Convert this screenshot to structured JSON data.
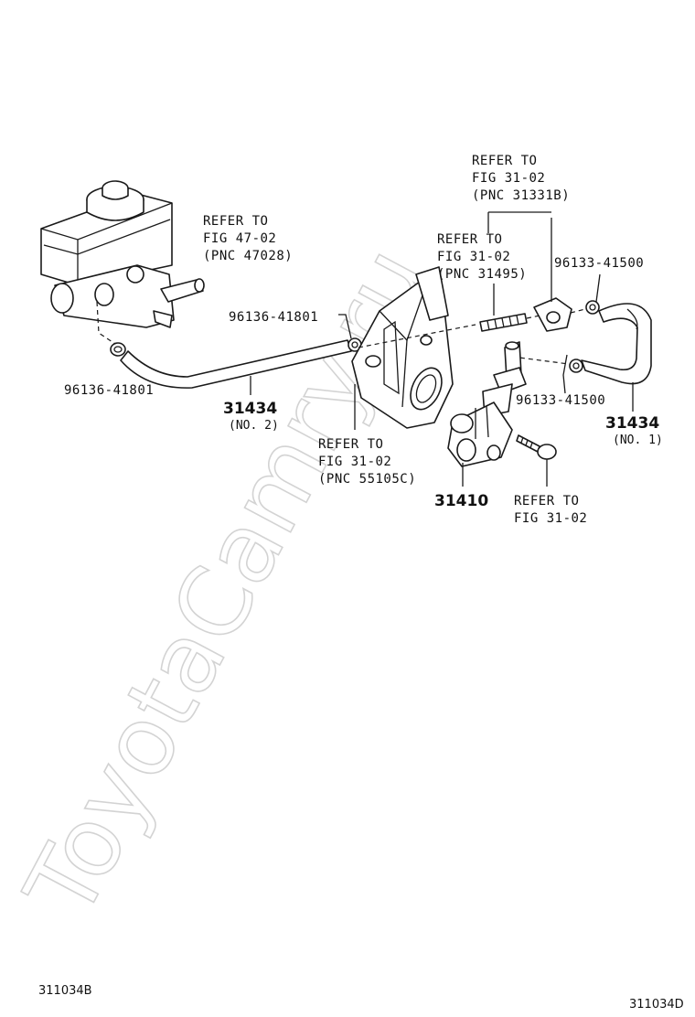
{
  "watermark": "ToyotaCamry.ru",
  "callouts": {
    "reservoir_ref": [
      "REFER TO",
      "FIG 47-02",
      "(PNC 47028)"
    ],
    "top_ref": [
      "REFER TO",
      "FIG 31-02",
      "(PNC 31331B)"
    ],
    "mid_ref": [
      "REFER TO",
      "FIG 31-02",
      "(PNC 31495)"
    ],
    "bracket_ref": [
      "REFER TO",
      "FIG 31-02",
      "(PNC 55105C)"
    ],
    "bolt_ref": [
      "REFER TO",
      "FIG 31-02"
    ]
  },
  "part_numbers": {
    "clip_upper_right": "96133-41500",
    "clip_lower_right": "96133-41500",
    "clip_mid": "96136-41801",
    "clip_left": "96136-41801",
    "hose_no2": "31434",
    "hose_no2_sub": "(NO. 2)",
    "hose_no1": "31434",
    "hose_no1_sub": "(NO. 1)",
    "cylinder": "31410"
  },
  "codes": {
    "bottom_left": "311034B",
    "bottom_right": "311034D"
  }
}
